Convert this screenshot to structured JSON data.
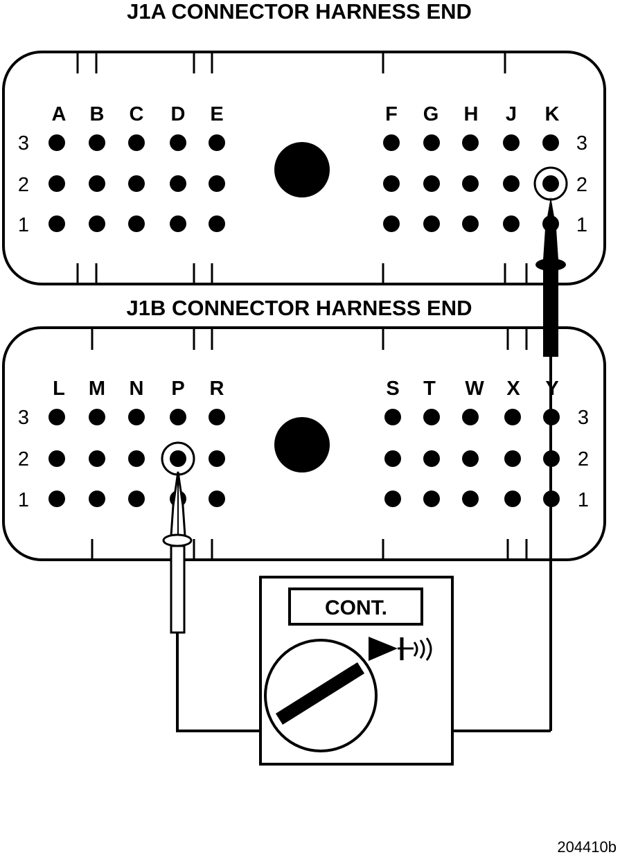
{
  "j1a": {
    "title": "J1A CONNECTOR HARNESS END",
    "left_letters": [
      "A",
      "B",
      "C",
      "D",
      "E"
    ],
    "right_letters": [
      "F",
      "G",
      "H",
      "J",
      "K"
    ],
    "row_labels": [
      "3",
      "2",
      "1"
    ],
    "probed_pin": "K2"
  },
  "j1b": {
    "title": "J1B CONNECTOR HARNESS END",
    "left_letters": [
      "L",
      "M",
      "N",
      "P",
      "R"
    ],
    "right_letters": [
      "S",
      "T",
      "W",
      "X",
      "Y"
    ],
    "row_labels": [
      "3",
      "2",
      "1"
    ],
    "probed_pin": "P2"
  },
  "meter": {
    "mode_label": "CONT."
  },
  "figure_number": "204410b",
  "colors": {
    "ink": "#000000",
    "paper": "#ffffff"
  }
}
